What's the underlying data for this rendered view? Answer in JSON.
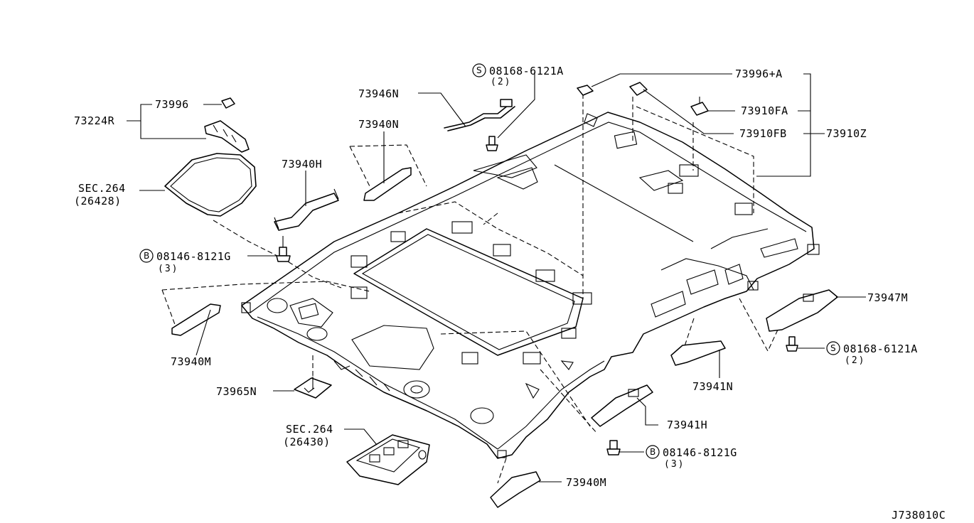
{
  "diagram": {
    "drawing_id": "J738010C",
    "parts": [
      {
        "id": "p73996",
        "number": "73996"
      },
      {
        "id": "p73224R",
        "number": "73224R"
      },
      {
        "id": "sec264a",
        "number": "SEC.264",
        "sub": "(26428)"
      },
      {
        "id": "p73940H",
        "number": "73940H"
      },
      {
        "id": "b08146a",
        "number": "08146-8121G",
        "qty": "(3)",
        "prefix": "B"
      },
      {
        "id": "p73940M_a",
        "number": "73940M"
      },
      {
        "id": "p73965N",
        "number": "73965N"
      },
      {
        "id": "sec264b",
        "number": "SEC.264",
        "sub": "(26430)"
      },
      {
        "id": "p73946N",
        "number": "73946N"
      },
      {
        "id": "p73940N",
        "number": "73940N"
      },
      {
        "id": "s08168a",
        "number": "08168-6121A",
        "qty": "(2)",
        "prefix": "S"
      },
      {
        "id": "p73996A",
        "number": "73996+A"
      },
      {
        "id": "p73910FA",
        "number": "73910FA"
      },
      {
        "id": "p73910FB",
        "number": "73910FB"
      },
      {
        "id": "p73910Z",
        "number": "73910Z"
      },
      {
        "id": "p73947M",
        "number": "73947M"
      },
      {
        "id": "s08168b",
        "number": "08168-6121A",
        "qty": "(2)",
        "prefix": "S"
      },
      {
        "id": "p73941N",
        "number": "73941N"
      },
      {
        "id": "p73941H",
        "number": "73941H"
      },
      {
        "id": "b08146b",
        "number": "08146-8121G",
        "qty": "(3)",
        "prefix": "B"
      },
      {
        "id": "p73940M_b",
        "number": "73940M"
      }
    ]
  }
}
